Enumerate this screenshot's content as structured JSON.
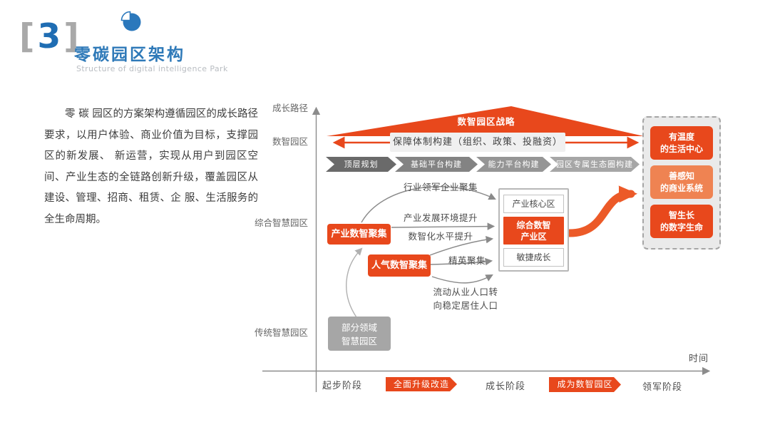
{
  "header": {
    "index_bracket_left": "[",
    "index_number": "3",
    "index_bracket_right": "]",
    "title": "零碳园区架构",
    "subtitle": "Structure of digital intelligence Park"
  },
  "intro": {
    "text": "零 碳 园区的方案架构遵循园区的成长路径要求，以用户体验、商业价值为目标，支撑园区的新发展、 新运营，实现从用户到园区空间、产业生态的全链路创新升级，覆盖园区从建设、管理、招商、租赁、企 服、生活服务的全生命周期。"
  },
  "diagram": {
    "y_axis": [
      "成长路径",
      "数智园区",
      "综合智慧园区",
      "传统智慧园区"
    ],
    "time_label": "时间",
    "roof_label": "数智园区战略",
    "guarantee_label": "保障体制构建（组织、政策、投融资）",
    "chevrons": [
      "顶层规划",
      "基础平台构建",
      "能力平台构建",
      "园区专属生态圈构建"
    ],
    "industry_box": "产业数智聚集",
    "people_box": "人气数智聚集",
    "legacy_box": {
      "line1": "部分领域",
      "line2": "智慧园区"
    },
    "stack": {
      "top": "产业核心区",
      "middle_line1": "综合数智",
      "middle_line2": "产业区",
      "bottom": "敏捷成长"
    },
    "outcomes": [
      {
        "line1": "有温度",
        "line2": "的生活中心"
      },
      {
        "line1": "善感知",
        "line2": "的商业系统"
      },
      {
        "line1": "智生长",
        "line2": "的数字生命"
      }
    ],
    "flow_labels": {
      "leader": "行业领军企业聚集",
      "environment": "产业发展环境提升",
      "digital": "数智化水平提升",
      "elite": "精英聚集",
      "population_line1": "流动从业人口转",
      "population_line2": "向稳定居住人口"
    },
    "stages": {
      "s1": "起步阶段",
      "u1": "全面升级改造",
      "s2": "成长阶段",
      "u2": "成为数智园区",
      "s3": "领军阶段"
    }
  },
  "colors": {
    "accent_orange": "#e8481c",
    "accent_orange_light": "#ef8352",
    "title_blue": "#2e79b8",
    "gray_box": "#a6a6a6"
  }
}
